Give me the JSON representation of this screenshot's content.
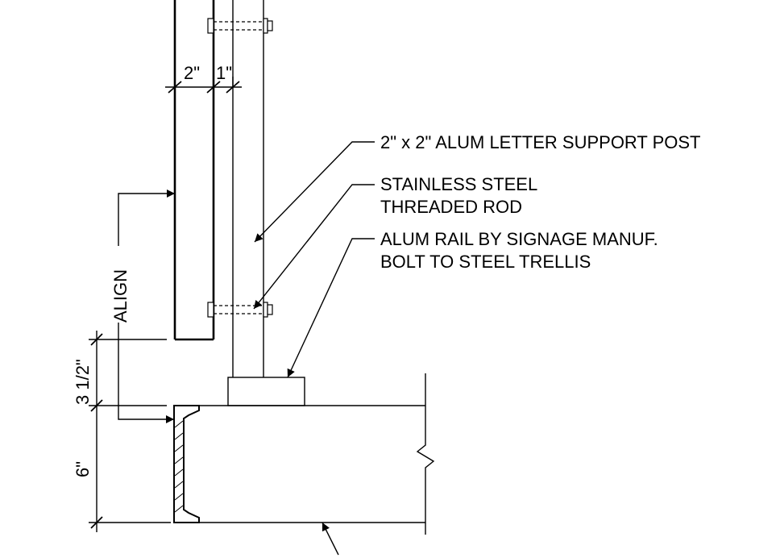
{
  "callouts": {
    "post": "2\" x 2\" ALUM LETTER SUPPORT POST",
    "rod_line1": "STAINLESS STEEL",
    "rod_line2": "THREADED ROD",
    "rail_line1": "ALUM RAIL BY SIGNAGE MANUF.",
    "rail_line2": "BOLT TO STEEL TRELLIS",
    "align": "ALIGN"
  },
  "dimensions": {
    "panel_width": "2\"",
    "gap_width": "1\"",
    "offset_height": "3 1/2\"",
    "beam_height": "6\""
  }
}
